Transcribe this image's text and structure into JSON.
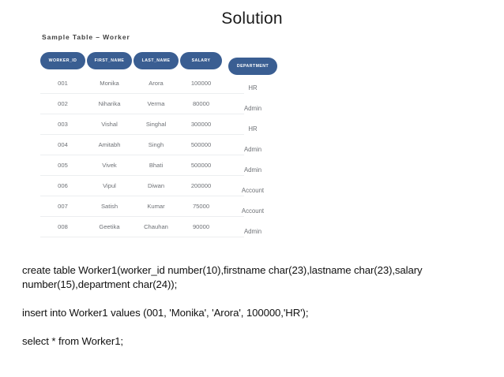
{
  "slide": {
    "title": "Solution"
  },
  "sample_table": {
    "caption": "Sample Table – Worker",
    "accent_color": "#3a5e92",
    "headers": [
      "WORKER_ID",
      "FIRST_NAME",
      "LAST_NAME",
      "SALARY",
      "DEPARTMENT"
    ],
    "rows": [
      [
        "001",
        "Monika",
        "Arora",
        "100000",
        "HR"
      ],
      [
        "002",
        "Niharika",
        "Verma",
        "80000",
        "Admin"
      ],
      [
        "003",
        "Vishal",
        "Singhal",
        "300000",
        "HR"
      ],
      [
        "004",
        "Amitabh",
        "Singh",
        "500000",
        "Admin"
      ],
      [
        "005",
        "Vivek",
        "Bhati",
        "500000",
        "Admin"
      ],
      [
        "006",
        "Vipul",
        "Diwan",
        "200000",
        "Account"
      ],
      [
        "007",
        "Satish",
        "Kumar",
        "75000",
        "Account"
      ],
      [
        "008",
        "Geetika",
        "Chauhan",
        "90000",
        "Admin"
      ]
    ]
  },
  "sql": {
    "create_line_1": "create table Worker1(worker_id number(10),firstname char(23),lastname char(23),salary",
    "create_line_2": "number(15),department char(24));",
    "insert_line": "insert into Worker1 values (001, 'Monika', 'Arora', 100000,'HR');",
    "select_line": "select * from Worker1;"
  }
}
